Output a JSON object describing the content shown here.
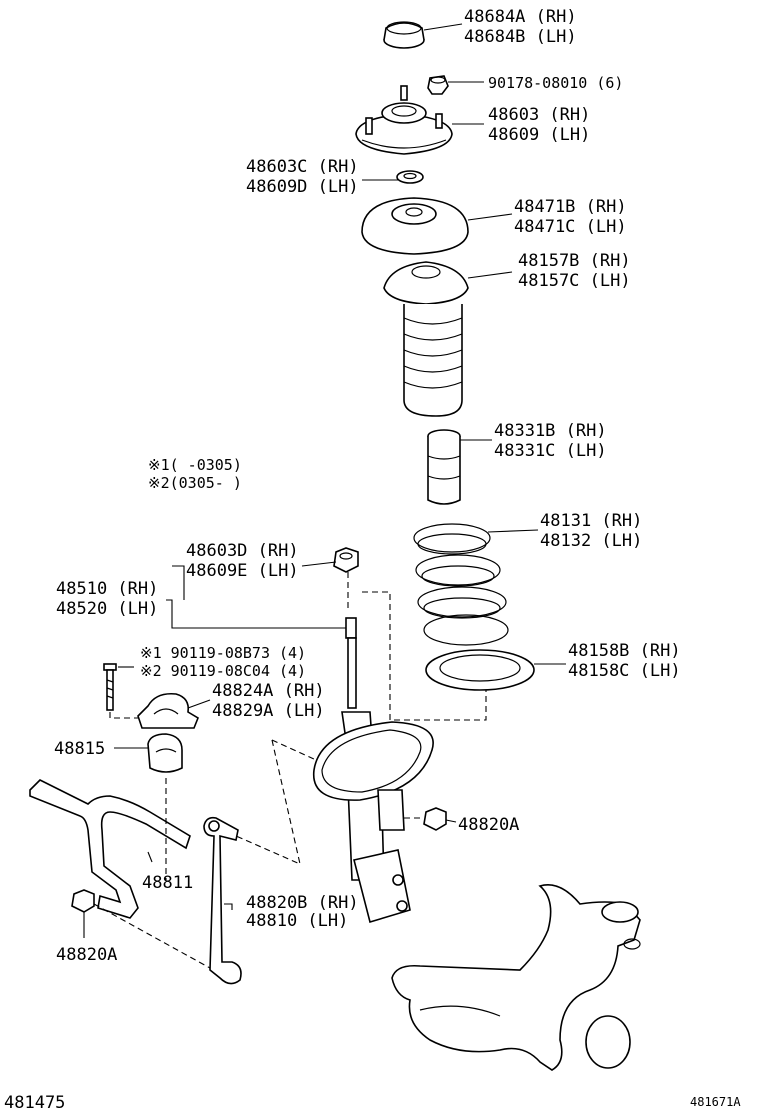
{
  "labels": {
    "p48684": [
      "48684A (RH)",
      "48684B (LH)"
    ],
    "p90178": [
      "90178-08010 (6)"
    ],
    "p48603": [
      "48603 (RH)",
      "48609 (LH)"
    ],
    "p48603c": [
      "48603C (RH)",
      "48609D (LH)"
    ],
    "p48471": [
      "48471B (RH)",
      "48471C (LH)"
    ],
    "p48157": [
      "48157B (RH)",
      "48157C (LH)"
    ],
    "p48331": [
      "48331B (RH)",
      "48331C (LH)"
    ],
    "note1": "※1(     -0305)",
    "note2": "※2(0305-     )",
    "p48131": [
      "48131 (RH)",
      "48132 (LH)"
    ],
    "p48603d": [
      "48603D (RH)",
      "48609E (LH)"
    ],
    "p48510": [
      "48510 (RH)",
      "48520 (LH)"
    ],
    "p90119": [
      "※1 90119-08B73 (4)",
      "※2 90119-08C04 (4)"
    ],
    "p48158": [
      "48158B (RH)",
      "48158C (LH)"
    ],
    "p48824": [
      "48824A (RH)",
      "48829A (LH)"
    ],
    "p48815": "48815",
    "p48820a_right": "48820A",
    "p48811": "48811",
    "p48820b": [
      "48820B (RH)",
      "48810  (LH)"
    ],
    "p48820a_left": "48820A",
    "footer_left": "481475",
    "footer_right": "481671A"
  }
}
